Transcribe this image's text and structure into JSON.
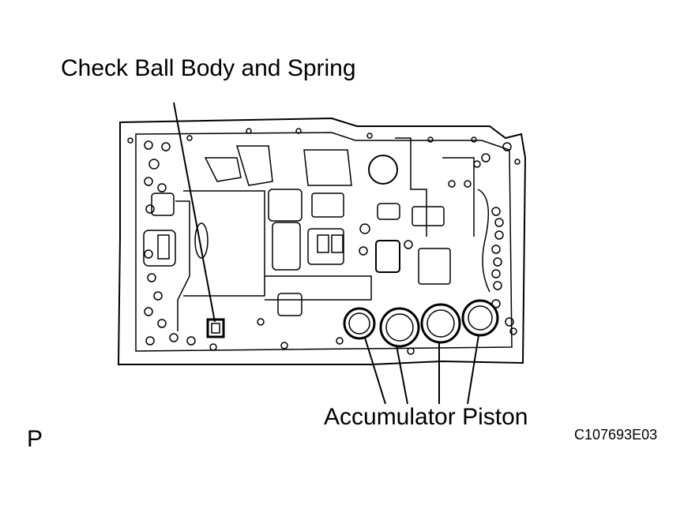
{
  "labels": {
    "check_ball": "Check Ball Body and Spring",
    "accumulator": "Accumulator Piston",
    "figure_code": "C107693E03",
    "view_marker": "P"
  },
  "colors": {
    "line": "#000000",
    "background": "#ffffff"
  }
}
